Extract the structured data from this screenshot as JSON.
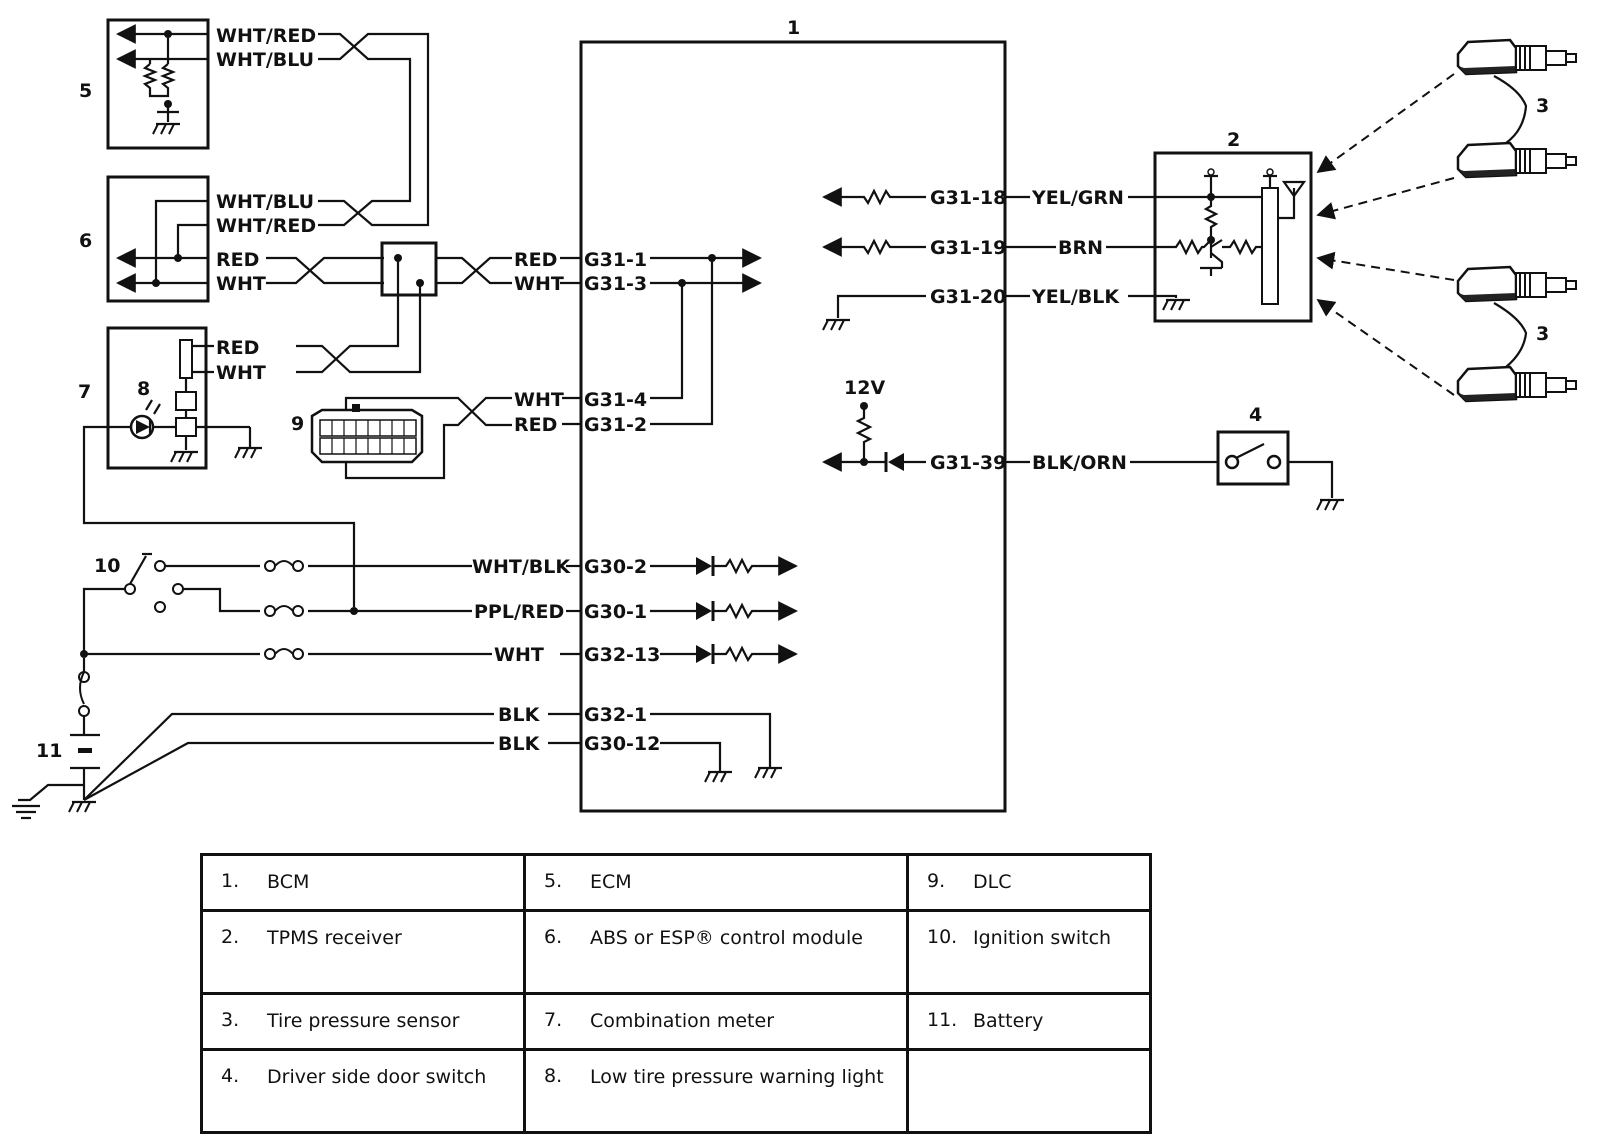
{
  "components": {
    "bcm": "1",
    "receiver": "2",
    "sensor_top": "3",
    "sensor_bottom": "3",
    "door_switch": "4",
    "ecm": "5",
    "abs": "6",
    "meter": "7",
    "warning_light": "8",
    "dlc": "9",
    "ignition": "10",
    "battery": "11"
  },
  "wires": {
    "ecm_wht_red": "WHT/RED",
    "ecm_wht_blu": "WHT/BLU",
    "abs_wht_blu": "WHT/BLU",
    "abs_wht_red": "WHT/RED",
    "abs_red": "RED",
    "abs_wht": "WHT",
    "meter_red": "RED",
    "meter_wht": "WHT",
    "can_red": "RED",
    "can_wht": "WHT",
    "dlc_wht": "WHT",
    "dlc_red": "RED",
    "ign_wht_blk": "WHT/BLK",
    "ign_ppl_red": "PPL/RED",
    "batt_wht": "WHT",
    "gnd_blk_1": "BLK",
    "gnd_blk_2": "BLK",
    "recv_yel_grn": "YEL/GRN",
    "recv_brn": "BRN",
    "recv_yel_blk": "YEL/BLK",
    "door_blk_orn": "BLK/ORN",
    "supply": "12V"
  },
  "pins": {
    "g31_1": "G31-1",
    "g31_3": "G31-3",
    "g31_4": "G31-4",
    "g31_2": "G31-2",
    "g30_2": "G30-2",
    "g30_1": "G30-1",
    "g32_13": "G32-13",
    "g32_1": "G32-1",
    "g30_12": "G30-12",
    "g31_18": "G31-18",
    "g31_19": "G31-19",
    "g31_20": "G31-20",
    "g31_39": "G31-39"
  },
  "legend": [
    [
      {
        "num": "1.",
        "text": "BCM"
      },
      {
        "num": "5.",
        "text": "ECM"
      },
      {
        "num": "9.",
        "text": "DLC"
      }
    ],
    [
      {
        "num": "2.",
        "text": "TPMS receiver"
      },
      {
        "num": "6.",
        "text": "ABS or ESP® control module"
      },
      {
        "num": "10.",
        "text": "Ignition switch"
      }
    ],
    [
      {
        "num": "3.",
        "text": "Tire pressure sensor"
      },
      {
        "num": "7.",
        "text": "Combination meter"
      },
      {
        "num": "11.",
        "text": "Battery"
      }
    ],
    [
      {
        "num": "4.",
        "text": "Driver side door switch"
      },
      {
        "num": "8.",
        "text": "Low tire pressure warning light"
      },
      {
        "num": "",
        "text": ""
      }
    ]
  ]
}
